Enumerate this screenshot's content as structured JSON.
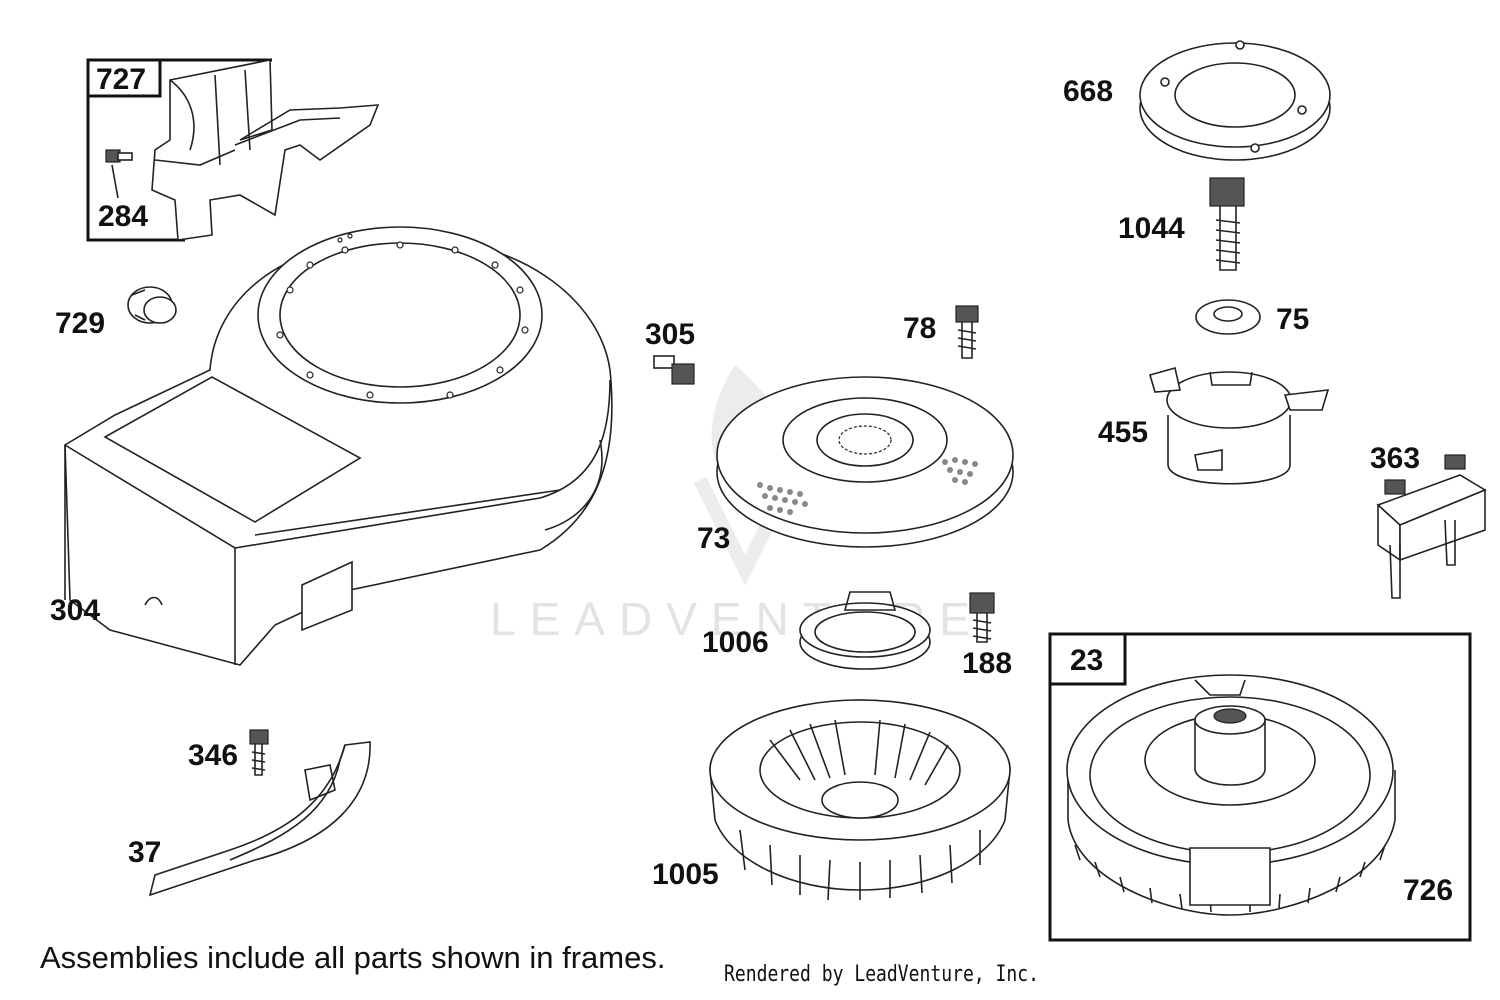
{
  "callouts": {
    "c727": "727",
    "c284": "284",
    "c729": "729",
    "c304": "304",
    "c346": "346",
    "c37": "37",
    "c305": "305",
    "c78": "78",
    "c73": "73",
    "c1006": "1006",
    "c188": "188",
    "c1005": "1005",
    "c668": "668",
    "c1044": "1044",
    "c75": "75",
    "c455": "455",
    "c363": "363",
    "c23": "23",
    "c726": "726"
  },
  "watermark": "LEADVENTURE",
  "footer": {
    "note": "Assemblies include all parts shown in frames.",
    "credit": "Rendered by LeadVenture, Inc."
  }
}
